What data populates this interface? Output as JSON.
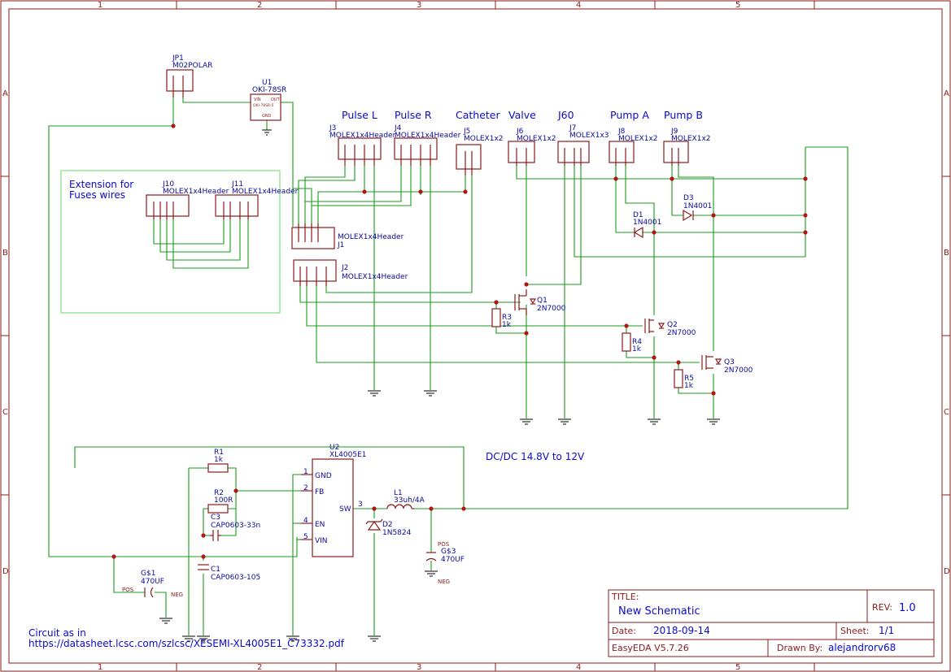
{
  "frame": {
    "columns": [
      "1",
      "2",
      "3",
      "4",
      "5"
    ],
    "rows": [
      "A",
      "B",
      "C",
      "D"
    ]
  },
  "headers": {
    "pulse_l": "Pulse L",
    "pulse_r": "Pulse R",
    "catheter": "Catheter",
    "valve": "Valve",
    "j60": "J60",
    "pump_a": "Pump A",
    "pump_b": "Pump B"
  },
  "components": {
    "jp1": {
      "ref": "JP1",
      "value": "M02POLAR"
    },
    "u1": {
      "ref": "U1",
      "value": "OKI-78SR",
      "pin_vin": "VIN",
      "pin_out": "OUT",
      "pin_gnd": "GND",
      "body": "OKI-78SR-5"
    },
    "j3": {
      "ref": "J3",
      "value": "MOLEX1x4Header"
    },
    "j4": {
      "ref": "J4",
      "value": "MOLEX1x4Header"
    },
    "j5": {
      "ref": "J5",
      "value": "MOLEX1x2"
    },
    "j6": {
      "ref": "J6",
      "value": "MOLEX1x2"
    },
    "j7": {
      "ref": "J7",
      "value": "MOLEX1x3"
    },
    "j8": {
      "ref": "J8",
      "value": "MOLEX1x2"
    },
    "j9": {
      "ref": "J9",
      "value": "MOLEX1x2"
    },
    "j10": {
      "ref": "J10",
      "value": "MOLEX1x4Header"
    },
    "j11": {
      "ref": "J11",
      "value": "MOLEX1x4Header"
    },
    "j1": {
      "ref": "J1",
      "value": "MOLEX1x4Header"
    },
    "j2": {
      "ref": "J2",
      "value": "MOLEX1x4Header"
    },
    "d1": {
      "ref": "D1",
      "value": "1N4001"
    },
    "d3": {
      "ref": "D3",
      "value": "1N4001"
    },
    "q1": {
      "ref": "Q1",
      "value": "2N7000"
    },
    "q2": {
      "ref": "Q2",
      "value": "2N7000"
    },
    "q3": {
      "ref": "Q3",
      "value": "2N7000"
    },
    "r3": {
      "ref": "R3",
      "value": "1k"
    },
    "r4": {
      "ref": "R4",
      "value": "1k"
    },
    "r5": {
      "ref": "R5",
      "value": "1k"
    },
    "u2": {
      "ref": "U2",
      "value": "XL4005E1",
      "pins": [
        {
          "num": "1",
          "name": "GND"
        },
        {
          "num": "2",
          "name": "FB"
        },
        {
          "num": "4",
          "name": "EN"
        },
        {
          "num": "5",
          "name": "VIN"
        },
        {
          "num": "3",
          "name": "SW"
        }
      ]
    },
    "r1": {
      "ref": "R1",
      "value": "1k"
    },
    "r2": {
      "ref": "R2",
      "value": "100R"
    },
    "c3": {
      "ref": "C3",
      "value": "CAP0603-33n"
    },
    "c1": {
      "ref": "C1",
      "value": "CAP0603-105"
    },
    "l1": {
      "ref": "L1",
      "value": "33uh/4A"
    },
    "d2": {
      "ref": "D2",
      "value": "1N5824"
    },
    "cg1": {
      "ref": "G$1",
      "value": "470UF",
      "pos": "POS",
      "neg": "NEG"
    },
    "cg3": {
      "ref": "G$3",
      "value": "470UF",
      "pos": "POS",
      "neg": "NEG"
    }
  },
  "labels": {
    "extension_line1": "Extension for",
    "extension_line2": "Fuses wires",
    "dcdc": "DC/DC 14.8V to 12V",
    "note_line1": "Circuit as in",
    "note_line2": "https://datasheet.lcsc.com/szlcsc/XESEMI-XL4005E1_C73332.pdf"
  },
  "title_block": {
    "title_label": "TITLE:",
    "title_value": "New Schematic",
    "rev_label": "REV:",
    "rev_value": "1.0",
    "date_label": "Date:",
    "date_value": "2018-09-14",
    "sheet_label": "Sheet:",
    "sheet_value": "1/1",
    "tool": "EasyEDA V5.7.26",
    "drawn_label": "Drawn By:",
    "drawn_value": "alejandrorv68"
  },
  "colors": {
    "border": "#8b1a1a",
    "wire": "#1a9a1a",
    "text": "#0a0a99",
    "highlight_box": "#7de07d"
  }
}
